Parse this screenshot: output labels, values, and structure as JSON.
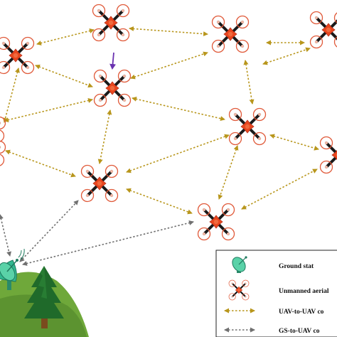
{
  "colors": {
    "uav_link": "#b8961c",
    "gs_link": "#707070",
    "direction_arrow": "#6a32b0",
    "drone_body": "#e8461e",
    "drone_arm": "#1a1a1a",
    "drone_ring": "#e05a3a",
    "dish": "#32b890",
    "hill": "#6fa83a",
    "tree": "#1f6a2a",
    "trunk": "#7a4a1e"
  },
  "network": {
    "uav_count": 11
  },
  "legend": {
    "items": [
      {
        "icon": "ground-station-icon",
        "label": "Ground stat"
      },
      {
        "icon": "uav-icon",
        "label": "Unmanned aerial"
      },
      {
        "icon": "uav-link-arrow-icon",
        "label": "UAV-to-UAV co"
      },
      {
        "icon": "gs-link-arrow-icon",
        "label": "GS-to-UAV co"
      }
    ]
  }
}
